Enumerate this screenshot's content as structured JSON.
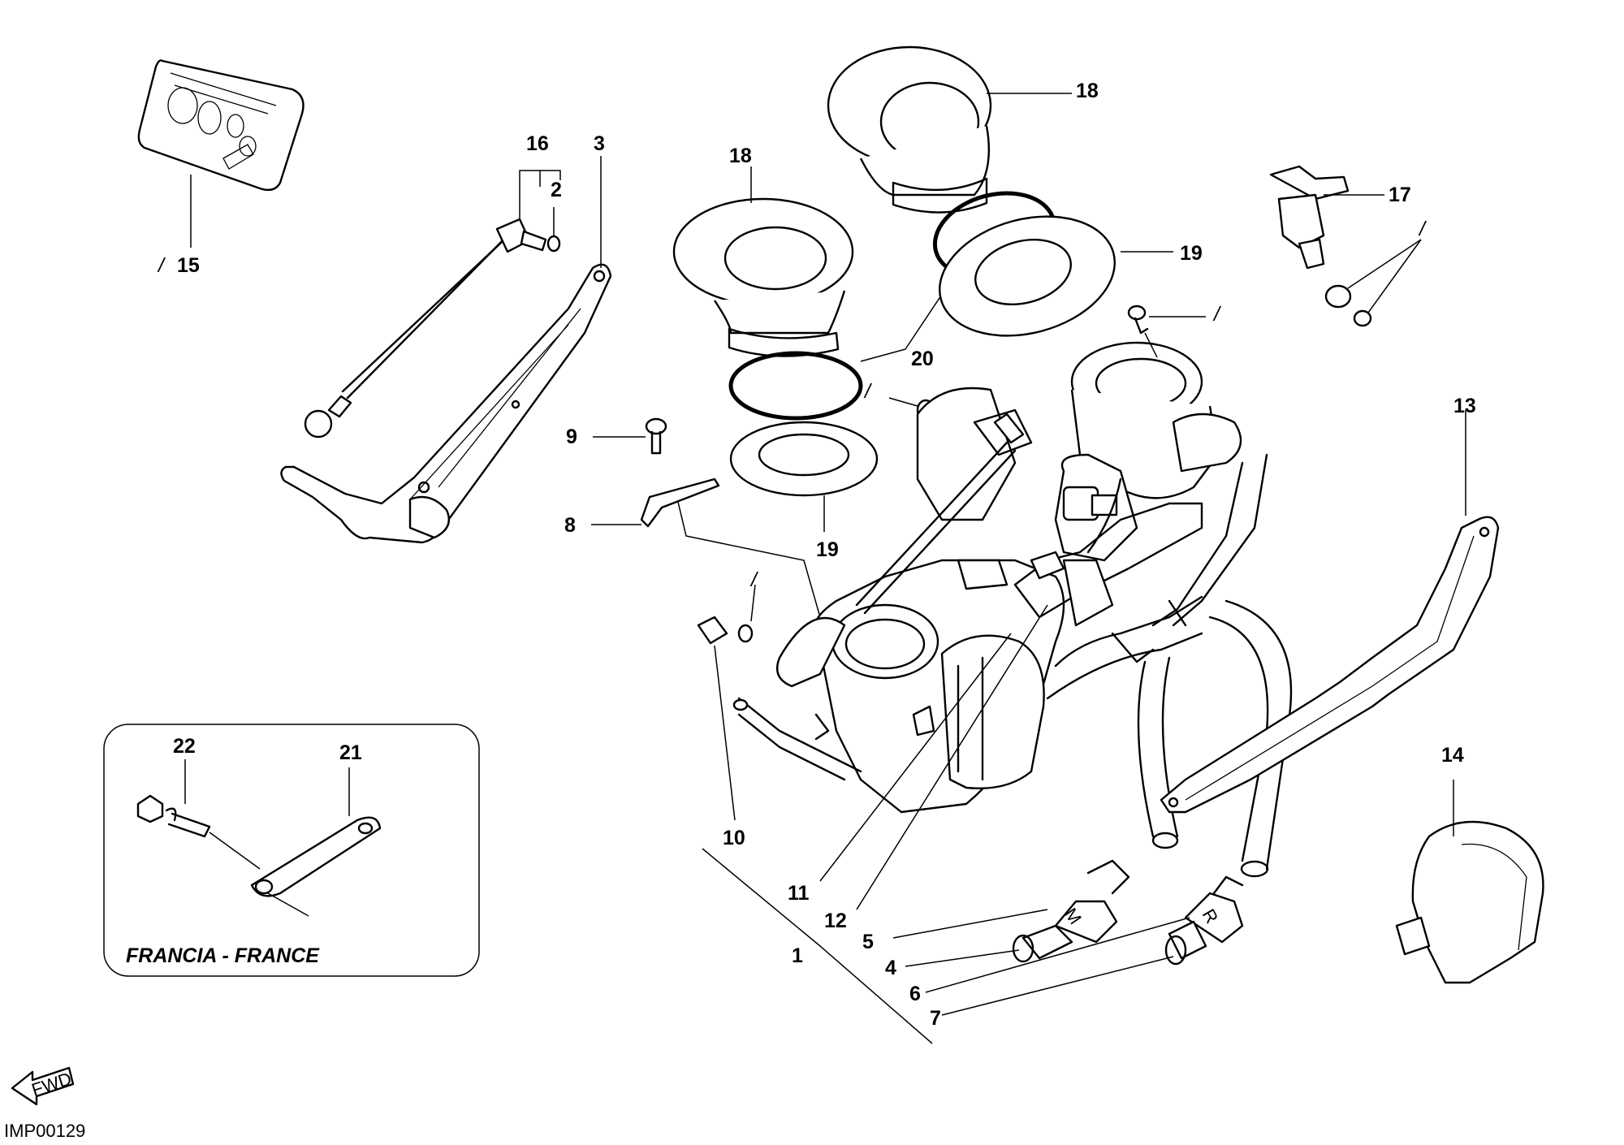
{
  "diagram": {
    "part_labels": [
      "1",
      "2",
      "3",
      "4",
      "5",
      "6",
      "7",
      "8",
      "9",
      "10",
      "11",
      "12",
      "13",
      "14",
      "15",
      "16",
      "17",
      "18",
      "19",
      "20",
      "21",
      "22"
    ],
    "repeat_labels": {
      "18b": "18",
      "19b": "19"
    },
    "mark_symbol": "/",
    "inset": {
      "title": "FRANCIA - FRANCE"
    },
    "fwd_badge": "FWD",
    "drawing_code": "IMP00129"
  }
}
